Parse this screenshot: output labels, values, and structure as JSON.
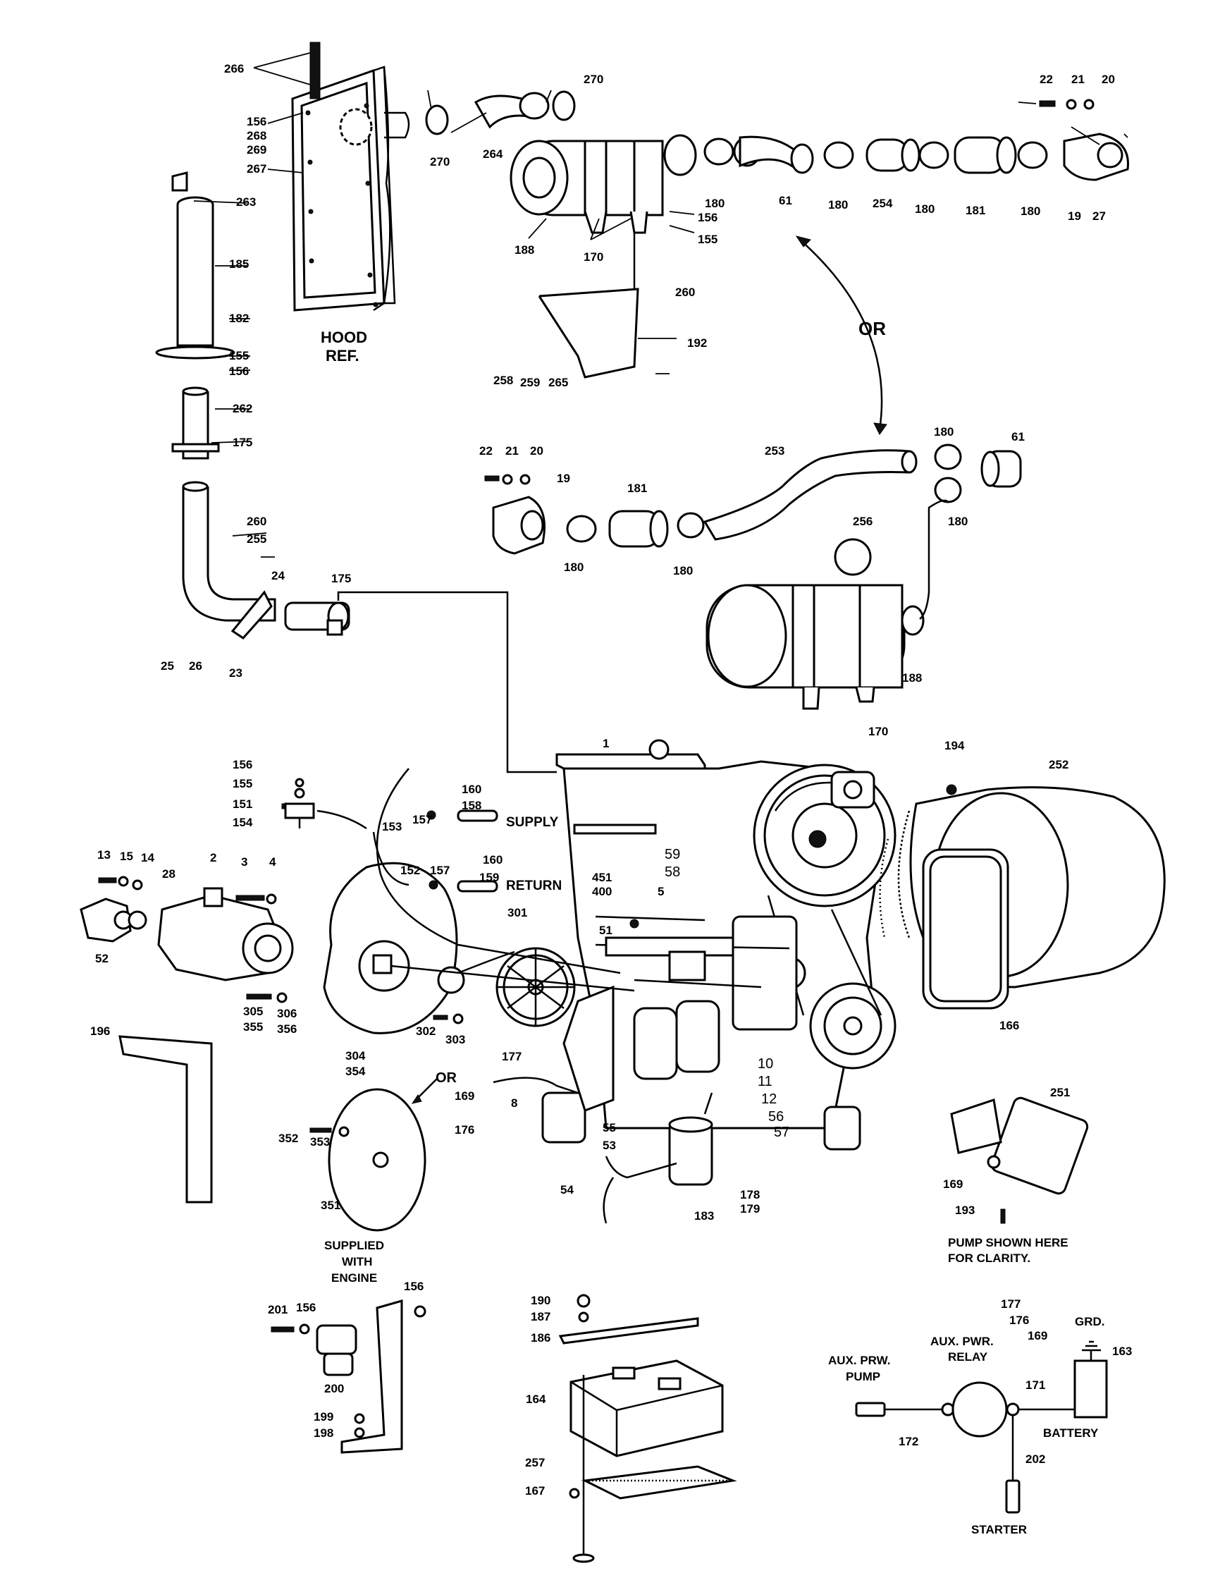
{
  "labels": {
    "l266": "266",
    "l156a": "156",
    "l268": "268",
    "l269": "269",
    "l267": "267",
    "hood": "HOOD",
    "hood2": "REF.",
    "l263": "263",
    "l185": "185",
    "l182": "182",
    "l155a": "155",
    "l156b": "156",
    "l262": "262",
    "l175a": "175",
    "l260a": "260",
    "l255": "255",
    "l24": "24",
    "l175b": "175",
    "l25": "25",
    "l26": "26",
    "l23": "23",
    "l270a": "270",
    "l270b": "270",
    "l264": "264",
    "l188a": "188",
    "l170a": "170",
    "l156c": "156",
    "l155b": "155",
    "l260b": "260",
    "l192": "192",
    "l258": "258",
    "l259": "259",
    "l265": "265",
    "l180a": "180",
    "l61a": "61",
    "l180b": "180",
    "l254": "254",
    "l180c": "180",
    "l181a": "181",
    "l180d": "180",
    "l19a": "19",
    "l27": "27",
    "l22a": "22",
    "l21a": "21",
    "l20a": "20",
    "or1": "OR",
    "l22b": "22",
    "l21b": "21",
    "l20b": "20",
    "l19b": "19",
    "l180e": "180",
    "l181b": "181",
    "l180f": "180",
    "l253": "253",
    "l180g": "180",
    "l61b": "61",
    "l180h": "180",
    "l256": "256",
    "l188b": "188",
    "l170b": "170",
    "l1": "1",
    "l194": "194",
    "l252": "252",
    "l156d": "156",
    "l155c": "155",
    "l151": "151",
    "l154": "154",
    "l153": "153",
    "l157a": "157",
    "l160a": "160",
    "l158": "158",
    "supply": "SUPPLY",
    "l152": "152",
    "l157b": "157",
    "l160b": "160",
    "l159": "159",
    "return": "RETURN",
    "l59": "59",
    "l58": "58",
    "l451": "451",
    "l400": "400",
    "l5": "5",
    "l51": "51",
    "l13": "13",
    "l15": "15",
    "l14": "14",
    "l2": "2",
    "l3": "3",
    "l4": "4",
    "l28": "28",
    "l52": "52",
    "l305": "305",
    "l355": "355",
    "l306": "306",
    "l356": "356",
    "l301": "301",
    "l302": "302",
    "l303": "303",
    "l304": "304",
    "l354": "354",
    "l196": "196",
    "or2": "OR",
    "l177a": "177",
    "l169a": "169",
    "l176a": "176",
    "l8": "8",
    "l352": "352",
    "l353": "353",
    "l351": "351",
    "l10": "10",
    "l11": "11",
    "l12": "12",
    "l56": "56",
    "l57": "57",
    "l55": "55",
    "l53": "53",
    "l54": "54",
    "l183": "183",
    "l178": "178",
    "l179": "179",
    "l166": "166",
    "l251": "251",
    "l169b": "169",
    "l193": "193",
    "pumpnote1": "PUMP SHOWN HERE",
    "pumpnote2": "FOR CLARITY.",
    "supplied1": "SUPPLIED",
    "supplied2": "WITH",
    "supplied3": "ENGINE",
    "l156e": "156",
    "l201": "201",
    "l156f": "156",
    "l200": "200",
    "l199": "199",
    "l198": "198",
    "l190": "190",
    "l187": "187",
    "l186": "186",
    "l164": "164",
    "l257": "257",
    "l167": "167",
    "l177b": "177",
    "l176b": "176",
    "l169c": "169",
    "grd": "GRD.",
    "l163": "163",
    "auxpump1": "AUX. PRW.",
    "auxpump2": "PUMP",
    "auxrelay1": "AUX. PWR.",
    "auxrelay2": "RELAY",
    "l171": "171",
    "l172": "172",
    "l202": "202",
    "battery": "BATTERY",
    "starter": "STARTER"
  }
}
